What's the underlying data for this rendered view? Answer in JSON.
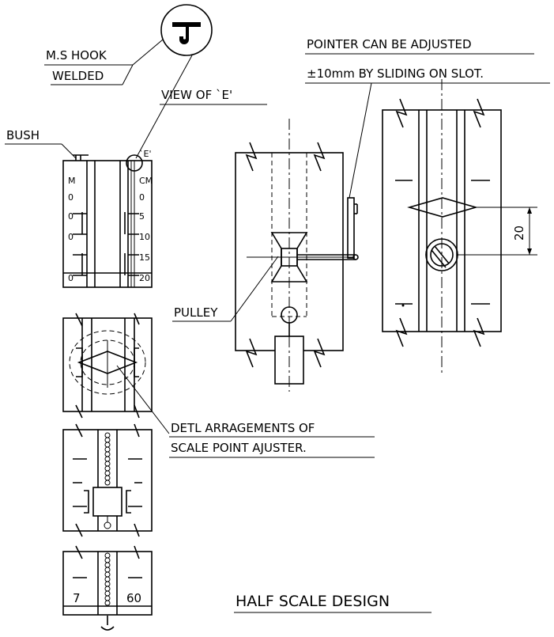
{
  "labels": {
    "ms_hook_line1": "M.S HOOK",
    "ms_hook_line2": "WELDED",
    "view_of_e": "VIEW OF `E'",
    "bush": "BUSH",
    "e_marker": "`E'",
    "pointer_line1": "POINTER CAN BE ADJUSTED",
    "pointer_line2": "±10mm BY SLIDING ON SLOT.",
    "pulley": "PULLEY",
    "detail_line1": "DETL ARRAGEMENTS OF",
    "detail_line2": "SCALE POINT AJUSTER.",
    "title": "HALF SCALE DESIGN",
    "dimension": "20"
  },
  "scale_m": {
    "unit": "M",
    "ticks": [
      "0",
      "0",
      "0",
      "0"
    ]
  },
  "scale_cm": {
    "unit": "CM",
    "ticks": [
      "0",
      "5",
      "10",
      "15",
      "20"
    ]
  },
  "bottom_scale": {
    "left_value": "7",
    "right_value": "60"
  }
}
